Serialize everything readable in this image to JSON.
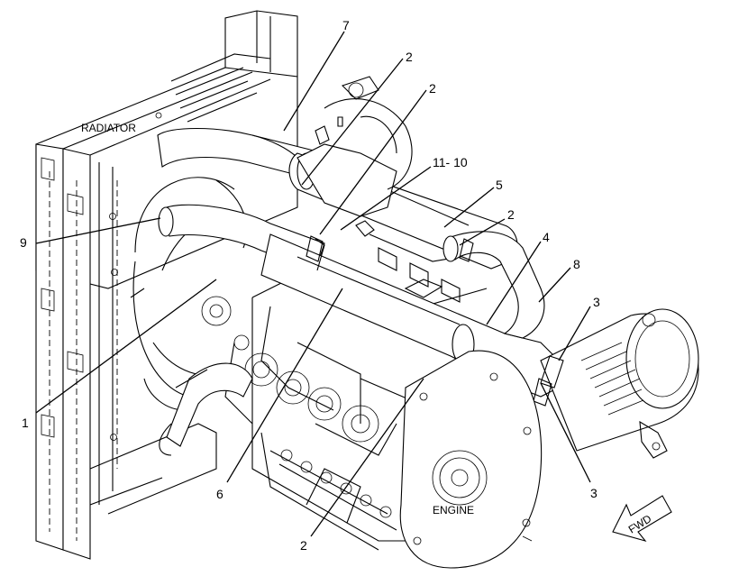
{
  "labels": {
    "radiator": "RADIATOR",
    "engine": "ENGINE",
    "fwd": "FWD"
  },
  "callouts": {
    "c7": "7",
    "c2a": "2",
    "c2b": "2",
    "c11_10": "11- 10",
    "c5": "5",
    "c2c": "2",
    "c4": "4",
    "c8": "8",
    "c9": "9",
    "c3a": "3",
    "c1": "1",
    "c3b": "3",
    "c6": "6",
    "c2d": "2"
  },
  "colors": {
    "line": "#000000",
    "background": "#ffffff"
  }
}
